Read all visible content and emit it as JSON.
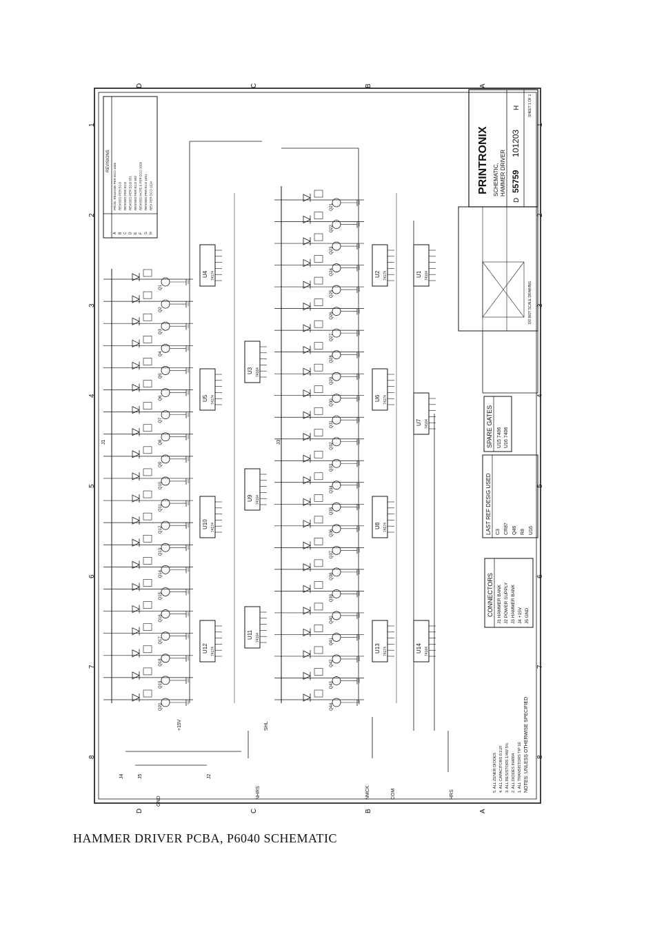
{
  "caption": "HAMMER DRIVER PCBA, P6040 SCHEMATIC",
  "title_block": {
    "company": "PRINTRONIX",
    "title_line1": "SCHEMATIC,",
    "title_line2": "HAMMER DRIVER",
    "size": "D",
    "dwg_no": "55759",
    "part_no": "101203",
    "rev": "H",
    "sheet": "SHEET 1 OF 1",
    "not_to_scale": "DO NOT SCALE DRAWING"
  },
  "revisions_header": "REVISIONS",
  "revisions": [
    {
      "ltr": "A",
      "text": "PROD. RELEASE PER ECO 1046"
    },
    {
      "ltr": "B",
      "text": "REVISED PER ECO"
    },
    {
      "ltr": "C",
      "text": "REVISED PER ECO"
    },
    {
      "ltr": "D",
      "text": "REVISED PER ECO 551"
    },
    {
      "ltr": "E",
      "text": "REVISED PER ECO 592"
    },
    {
      "ltr": "F",
      "text": "REVISED NOTE 5 PER ECO 1026"
    },
    {
      "ltr": "G",
      "text": "REVISED PER ECO 1651"
    },
    {
      "ltr": "H",
      "text": "REV PER DCO 1124"
    }
  ],
  "zones_top": [
    "1",
    "2",
    "3",
    "4",
    "5",
    "6",
    "7",
    "8"
  ],
  "zones_side": [
    "D",
    "C",
    "B",
    "A"
  ],
  "notes_header": "NOTES: UNLESS OTHERWISE SPECIFIED",
  "notes": [
    "1. ALL TRANSISTORS TIP 1E",
    "2. ALL DIODES IN4004",
    "3. ALL RESISTORS 1/4W 5%",
    "4. ALL CAPACITORS 0.1UF",
    "5. ALL ZENER DIODES"
  ],
  "connectors": {
    "title": "CONNECTORS",
    "rows": [
      "J1 HAMMER BANK",
      "J2 POWER SUPPLY",
      "J3 HAMMER BANK",
      "J4 +15V",
      "J5 GND"
    ]
  },
  "last_ref": {
    "title": "LAST REF DESIG USED",
    "rows": [
      "C3",
      "CR87",
      "Q46",
      "R8",
      "U16"
    ]
  },
  "spare_gates": {
    "title": "SPARE GATES",
    "rows": [
      "U15 7406",
      "U16 7406"
    ]
  },
  "transistors_top": [
    "Q1",
    "Q2",
    "Q3",
    "Q4",
    "Q5",
    "Q6",
    "Q7",
    "Q8",
    "Q9",
    "Q10",
    "Q11",
    "Q12",
    "Q13",
    "Q14",
    "Q15",
    "Q16",
    "Q17",
    "Q18",
    "Q19",
    "Q20"
  ],
  "transistors_bottom": [
    "Q21",
    "Q22",
    "Q23",
    "Q24",
    "Q25",
    "Q26",
    "Q27",
    "Q28",
    "Q29",
    "Q30",
    "Q31",
    "Q32",
    "Q33",
    "Q34",
    "Q35",
    "Q36",
    "Q37",
    "Q38",
    "Q39",
    "Q40",
    "Q41",
    "Q42",
    "Q43",
    "Q44"
  ],
  "ic_top": [
    {
      "ref": "U4",
      "part": "74174"
    },
    {
      "ref": "U5",
      "part": "74174"
    },
    {
      "ref": "U10",
      "part": "74174"
    },
    {
      "ref": "U12",
      "part": "74174"
    }
  ],
  "ic_shift_top": [
    {
      "ref": "U3",
      "part": "74164"
    },
    {
      "ref": "U9",
      "part": "74164"
    },
    {
      "ref": "U11",
      "part": "74164"
    }
  ],
  "ic_bottom": [
    {
      "ref": "U2",
      "part": "74174"
    },
    {
      "ref": "U6",
      "part": "74174"
    },
    {
      "ref": "U8",
      "part": "74174"
    },
    {
      "ref": "U13",
      "part": "74174"
    }
  ],
  "ic_shift_bottom": [
    {
      "ref": "U1",
      "part": "74164"
    },
    {
      "ref": "U7",
      "part": "74164"
    },
    {
      "ref": "U14",
      "part": "74164"
    }
  ],
  "connector_labels": {
    "j1": "J1",
    "j3": "J3",
    "j4": "J4",
    "j5": "J5",
    "j2": "J2",
    "v15": "+15V",
    "gnd": "GND",
    "nmck": "NMCK",
    "nhrs": "NHRS",
    "shl": "SHL",
    "com": "COM",
    "hrs": "HRS"
  }
}
